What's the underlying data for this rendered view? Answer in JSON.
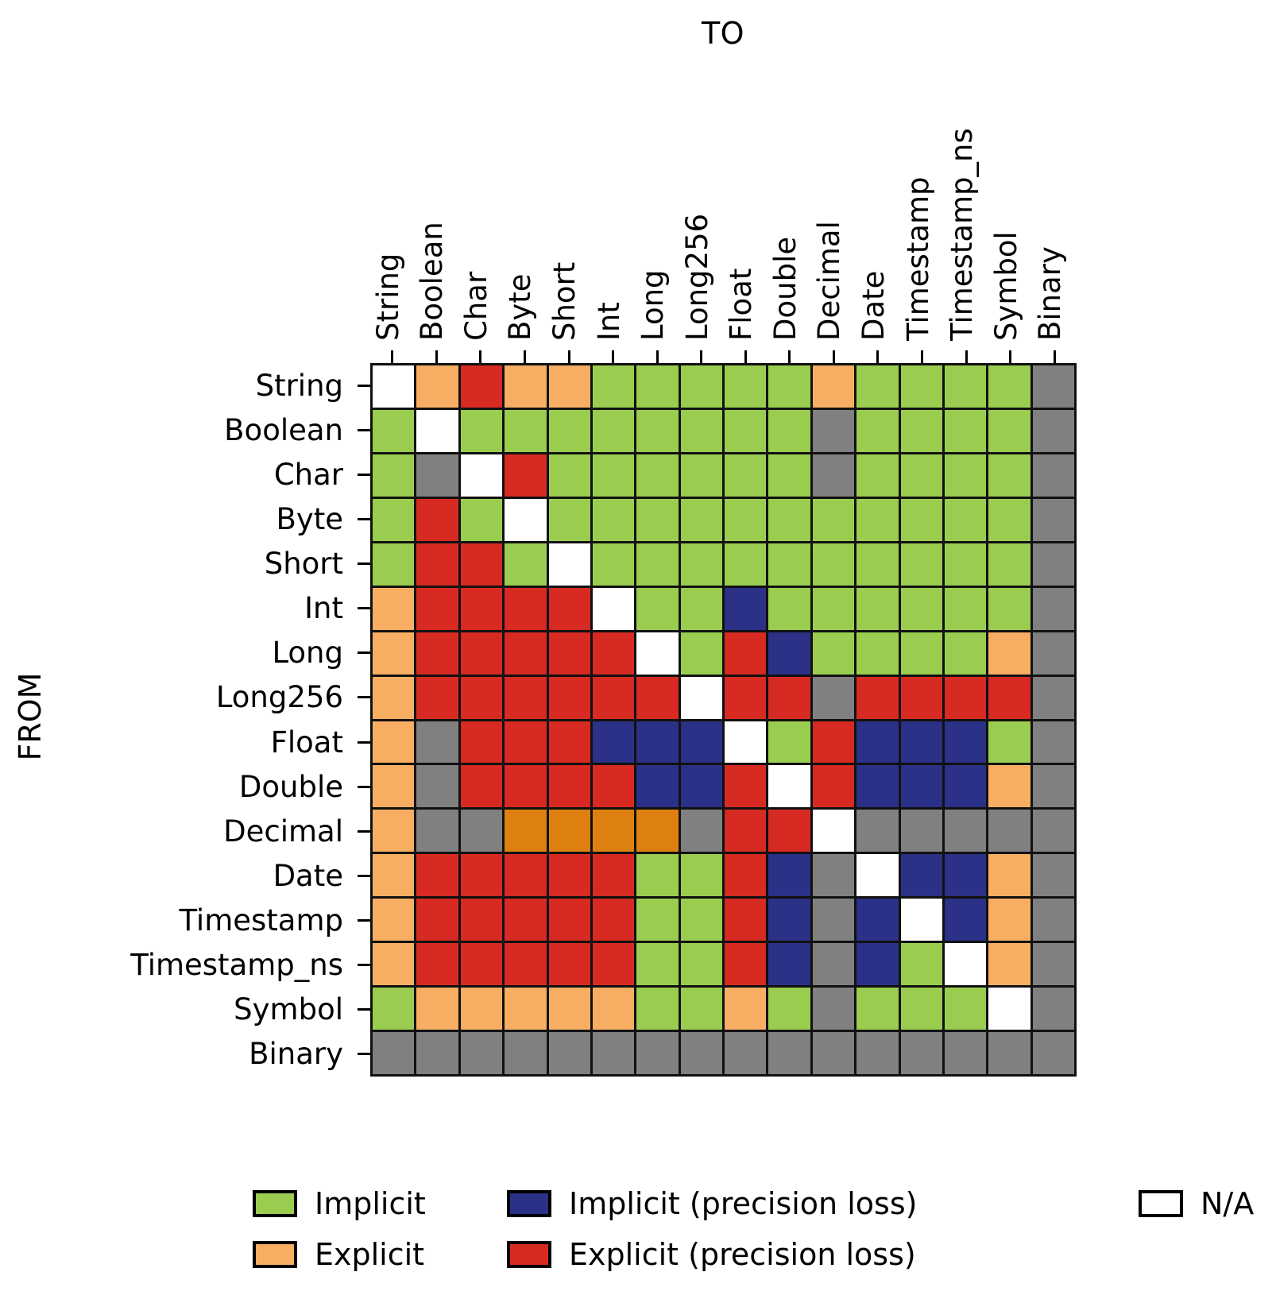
{
  "axis": {
    "top_title": "TO",
    "left_title": "FROM"
  },
  "colors": {
    "implicit": "#9ACD4F",
    "explicit": "#F7A košt"
  },
  "legend": {
    "items": [
      {
        "label": "Implicit",
        "key": "implicit",
        "color": "#9ACD4F"
      },
      {
        "label": "Implicit (precision loss)",
        "key": "implicit_loss",
        "color": "#2B3186"
      },
      {
        "label": "N/A",
        "key": "na",
        "color": "#808080"
      },
      {
        "label": "Explicit",
        "key": "explicit",
        "color": "#F7AE63"
      },
      {
        "label": "Explicit (precision loss)",
        "key": "explicit_loss",
        "color": "#D62A22"
      }
    ]
  },
  "chart_data": {
    "type": "heatmap",
    "title": "",
    "xlabel": "TO",
    "ylabel": "FROM",
    "legend_position": "bottom",
    "grid": true,
    "value_colors": {
      "implicit": "#9ACD4F",
      "explicit": "#F7AE63",
      "implicit_loss": "#2B3186",
      "explicit_loss": "#D62A22",
      "na": "#808080",
      "same": "#FFFFFF",
      "explicit_dark": "#DD8010"
    },
    "categories": [
      "String",
      "Boolean",
      "Char",
      "Byte",
      "Short",
      "Int",
      "Long",
      "Long256",
      "Float",
      "Double",
      "Decimal",
      "Date",
      "Timestamp",
      "Timestamp_ns",
      "Symbol",
      "Binary"
    ],
    "rows": [
      "String",
      "Boolean",
      "Char",
      "Byte",
      "Short",
      "Int",
      "Long",
      "Long256",
      "Float",
      "Double",
      "Decimal",
      "Date",
      "Timestamp",
      "Timestamp_ns",
      "Symbol",
      "Binary"
    ],
    "matrix": [
      [
        "same",
        "explicit",
        "explicit_loss",
        "explicit",
        "explicit",
        "implicit",
        "implicit",
        "implicit",
        "implicit",
        "implicit",
        "explicit",
        "implicit",
        "implicit",
        "implicit",
        "implicit",
        "na"
      ],
      [
        "implicit",
        "same",
        "implicit",
        "implicit",
        "implicit",
        "implicit",
        "implicit",
        "implicit",
        "implicit",
        "implicit",
        "na",
        "implicit",
        "implicit",
        "implicit",
        "implicit",
        "na"
      ],
      [
        "implicit",
        "na",
        "same",
        "explicit_loss",
        "implicit",
        "implicit",
        "implicit",
        "implicit",
        "implicit",
        "implicit",
        "na",
        "implicit",
        "implicit",
        "implicit",
        "implicit",
        "na"
      ],
      [
        "implicit",
        "explicit_loss",
        "implicit",
        "same",
        "implicit",
        "implicit",
        "implicit",
        "implicit",
        "implicit",
        "implicit",
        "implicit",
        "implicit",
        "implicit",
        "implicit",
        "implicit",
        "na"
      ],
      [
        "implicit",
        "explicit_loss",
        "explicit_loss",
        "implicit",
        "same",
        "implicit",
        "implicit",
        "implicit",
        "implicit",
        "implicit",
        "implicit",
        "implicit",
        "implicit",
        "implicit",
        "implicit",
        "na"
      ],
      [
        "explicit",
        "explicit_loss",
        "explicit_loss",
        "explicit_loss",
        "explicit_loss",
        "same",
        "implicit",
        "implicit",
        "implicit_loss",
        "implicit",
        "implicit",
        "implicit",
        "implicit",
        "implicit",
        "implicit",
        "na"
      ],
      [
        "explicit",
        "explicit_loss",
        "explicit_loss",
        "explicit_loss",
        "explicit_loss",
        "explicit_loss",
        "same",
        "implicit",
        "explicit_loss",
        "implicit_loss",
        "implicit",
        "implicit",
        "implicit",
        "implicit",
        "explicit",
        "na"
      ],
      [
        "explicit",
        "explicit_loss",
        "explicit_loss",
        "explicit_loss",
        "explicit_loss",
        "explicit_loss",
        "explicit_loss",
        "same",
        "explicit_loss",
        "explicit_loss",
        "na",
        "explicit_loss",
        "explicit_loss",
        "explicit_loss",
        "explicit_loss",
        "na"
      ],
      [
        "explicit",
        "na",
        "explicit_loss",
        "explicit_loss",
        "explicit_loss",
        "implicit_loss",
        "implicit_loss",
        "implicit_loss",
        "same",
        "implicit",
        "explicit_loss",
        "implicit_loss",
        "implicit_loss",
        "implicit_loss",
        "implicit",
        "na"
      ],
      [
        "explicit",
        "na",
        "explicit_loss",
        "explicit_loss",
        "explicit_loss",
        "explicit_loss",
        "implicit_loss",
        "implicit_loss",
        "explicit_loss",
        "same",
        "explicit_loss",
        "implicit_loss",
        "implicit_loss",
        "implicit_loss",
        "explicit",
        "na"
      ],
      [
        "explicit",
        "na",
        "na",
        "explicit_dark",
        "explicit_dark",
        "explicit_dark",
        "explicit_dark",
        "na",
        "explicit_loss",
        "explicit_loss",
        "same",
        "na",
        "na",
        "na",
        "na",
        "na"
      ],
      [
        "explicit",
        "explicit_loss",
        "explicit_loss",
        "explicit_loss",
        "explicit_loss",
        "explicit_loss",
        "implicit",
        "implicit",
        "explicit_loss",
        "implicit_loss",
        "na",
        "same",
        "implicit_loss",
        "implicit_loss",
        "explicit",
        "na"
      ],
      [
        "explicit",
        "explicit_loss",
        "explicit_loss",
        "explicit_loss",
        "explicit_loss",
        "explicit_loss",
        "implicit",
        "implicit",
        "explicit_loss",
        "implicit_loss",
        "na",
        "implicit_loss",
        "same",
        "implicit_loss",
        "explicit",
        "na"
      ],
      [
        "explicit",
        "explicit_loss",
        "explicit_loss",
        "explicit_loss",
        "explicit_loss",
        "explicit_loss",
        "implicit",
        "implicit",
        "explicit_loss",
        "implicit_loss",
        "na",
        "implicit_loss",
        "implicit",
        "same",
        "explicit",
        "na"
      ],
      [
        "implicit",
        "explicit",
        "explicit",
        "explicit",
        "explicit",
        "explicit",
        "implicit",
        "implicit",
        "explicit",
        "implicit",
        "na",
        "implicit",
        "implicit",
        "implicit",
        "same",
        "na"
      ],
      [
        "na",
        "na",
        "na",
        "na",
        "na",
        "na",
        "na",
        "na",
        "na",
        "na",
        "na",
        "na",
        "na",
        "na",
        "na",
        "na"
      ]
    ]
  }
}
